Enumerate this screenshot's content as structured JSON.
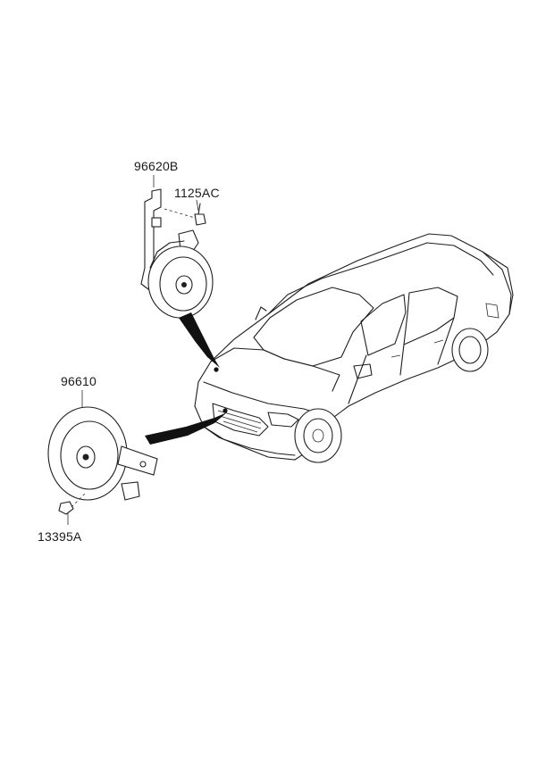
{
  "parts": [
    {
      "id": "96620B",
      "label": "96620B"
    },
    {
      "id": "1125AC",
      "label": "1125AC"
    },
    {
      "id": "96610",
      "label": "96610"
    },
    {
      "id": "13395A",
      "label": "13395A"
    }
  ],
  "colors": {
    "line": "#1f1f1f",
    "arrow": "#111111",
    "background": "#ffffff"
  }
}
